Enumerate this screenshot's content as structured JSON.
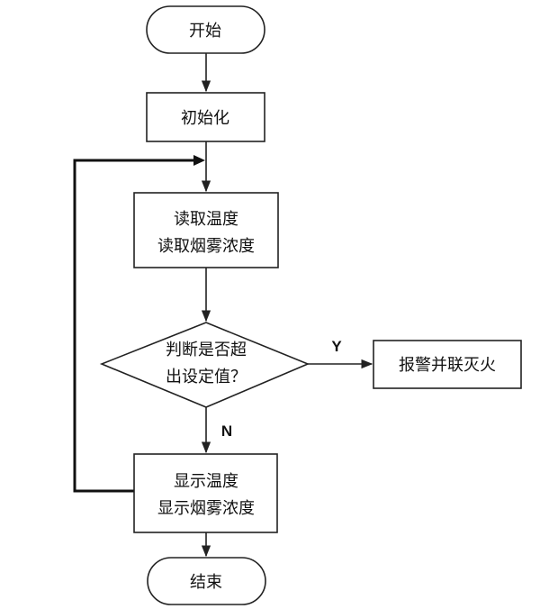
{
  "flowchart": {
    "start": "开始",
    "init": "初始化",
    "read": [
      "读取温度",
      "读取烟雾浓度"
    ],
    "decision": [
      "判断是否超",
      "出设定值？"
    ],
    "alarm": "报警并联灭火",
    "display": [
      "显示温度",
      "显示烟雾浓度"
    ],
    "end": "结束",
    "yes_label": "Y",
    "no_label": "N"
  }
}
